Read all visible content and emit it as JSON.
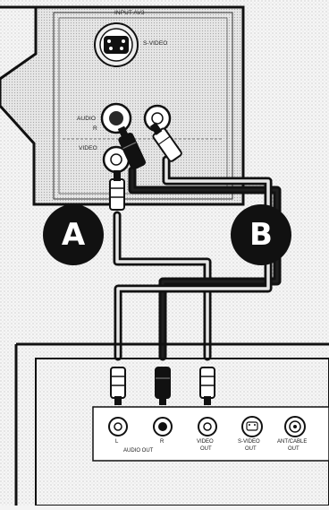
{
  "tv_panel": {
    "input_title": "INPUT AV3",
    "svideo_label": "S-VIDEO",
    "audio_label": "AUDIO",
    "audio_sub": "R",
    "video_label": "VIDEO"
  },
  "badges": {
    "a": "A",
    "b": "B"
  },
  "device_panel": {
    "jacks": [
      {
        "top": "L",
        "bottom": ""
      },
      {
        "top": "R",
        "bottom": ""
      },
      {
        "top": "VIDEO",
        "bottom": "OUT"
      },
      {
        "top": "S-VIDEO",
        "bottom": "OUT"
      },
      {
        "top": "ANT/CABLE",
        "bottom": "OUT"
      }
    ],
    "audio_out": "AUDIO OUT"
  }
}
